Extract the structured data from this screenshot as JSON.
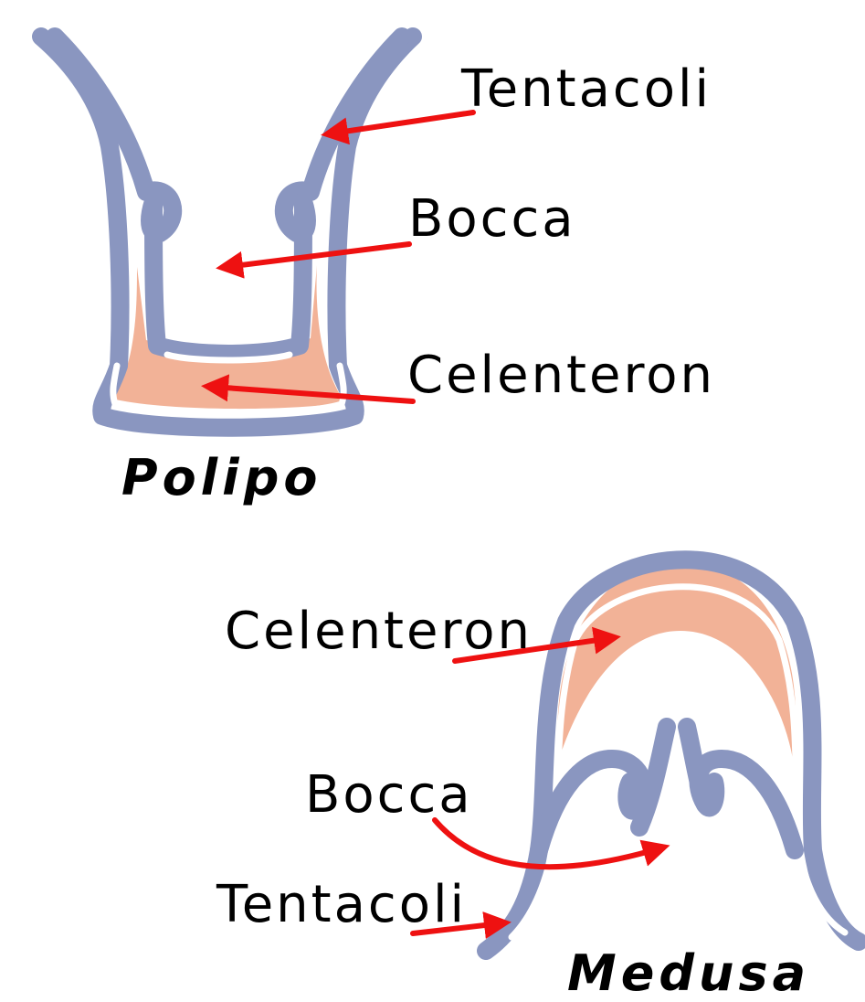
{
  "colors": {
    "ectoderm": "#8a96c0",
    "endoderm_cavity": "#f2b297",
    "arrow": "#ee1111",
    "text": "#000000"
  },
  "polipo": {
    "title": "Polipo",
    "labels": {
      "tentacoli": "Tentacoli",
      "bocca": "Bocca",
      "celenteron": "Celenteron"
    }
  },
  "medusa": {
    "title": "Medusa",
    "labels": {
      "celenteron": "Celenteron",
      "bocca": "Bocca",
      "tentacoli": "Tentacoli"
    }
  }
}
